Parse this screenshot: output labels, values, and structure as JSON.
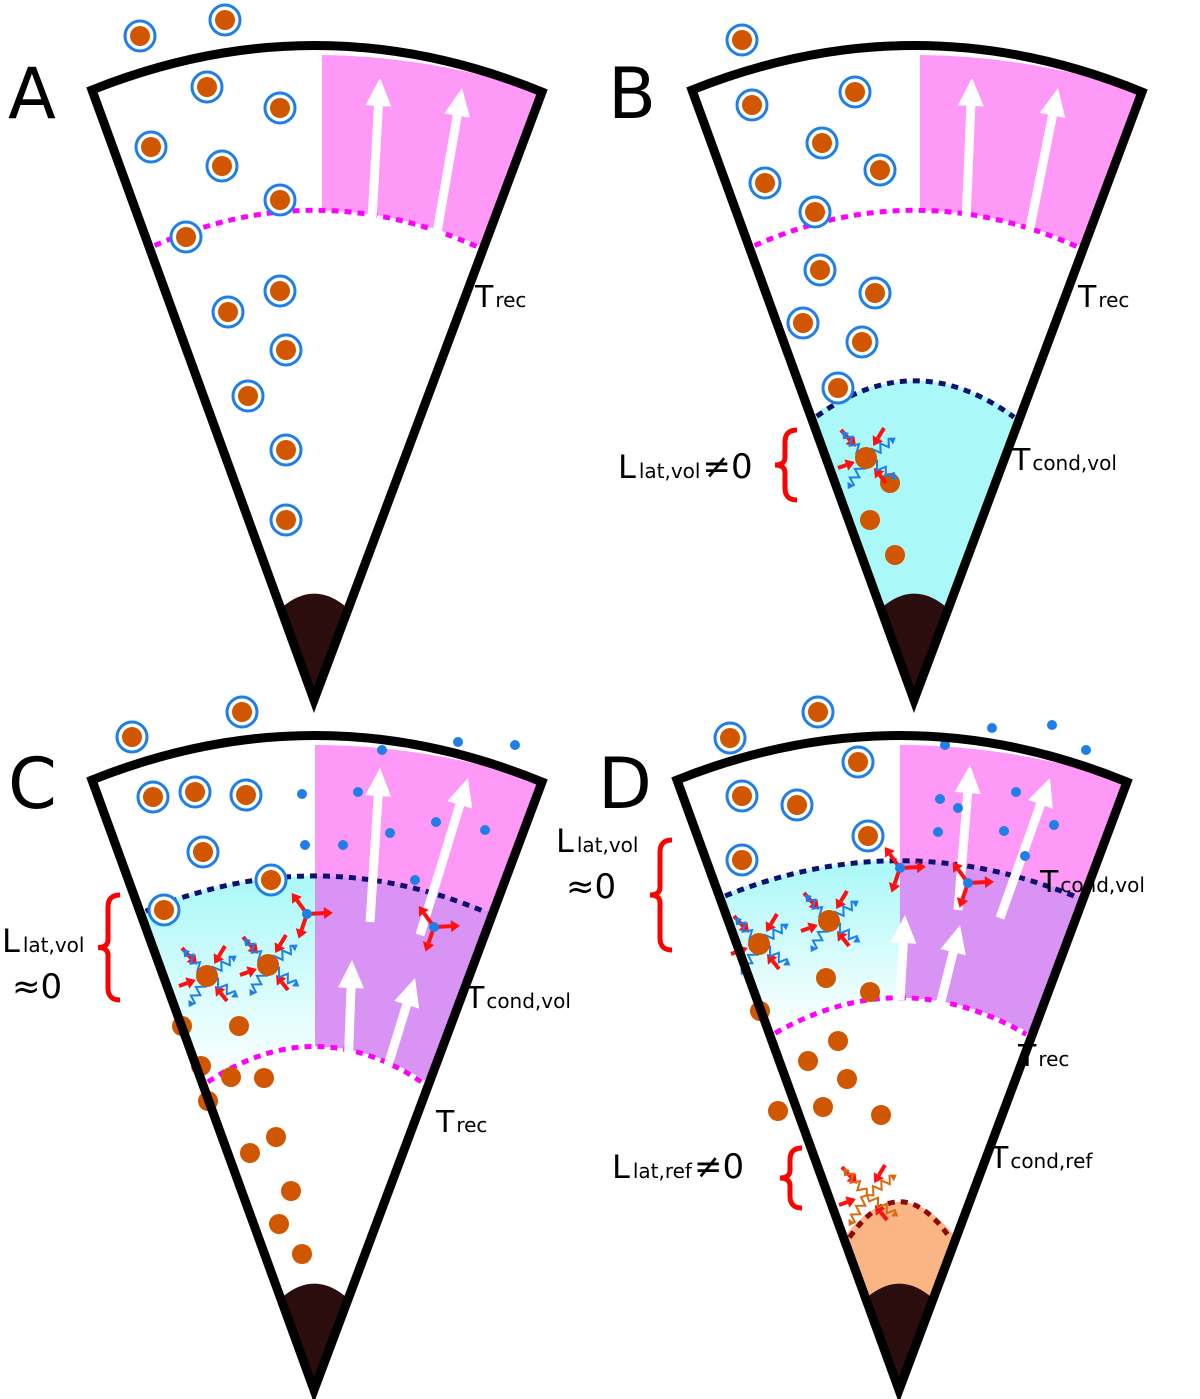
{
  "panels": [
    {
      "id": "A",
      "letter": "A",
      "labels": {
        "trec": {
          "main": "T",
          "sub": "rec"
        }
      }
    },
    {
      "id": "B",
      "letter": "B",
      "labels": {
        "trec": {
          "main": "T",
          "sub": "rec"
        },
        "tcond": {
          "main": "T",
          "sub": "cond,vol"
        },
        "llat": {
          "main": "L",
          "sub": "lat,vol",
          "rel": "≠0"
        }
      }
    },
    {
      "id": "C",
      "letter": "C",
      "labels": {
        "trec": {
          "main": "T",
          "sub": "rec"
        },
        "tcond": {
          "main": "T",
          "sub": "cond,vol"
        },
        "llat": {
          "main": "L",
          "sub": "lat,vol",
          "rel": "≈0"
        }
      }
    },
    {
      "id": "D",
      "letter": "D",
      "labels": {
        "trec": {
          "main": "T",
          "sub": "rec"
        },
        "tcond": {
          "main": "T",
          "sub": "cond,vol"
        },
        "tcondref": {
          "main": "T",
          "sub": "cond,ref"
        },
        "llat": {
          "main": "L",
          "sub": "lat,vol",
          "rel": "≈0"
        },
        "llatref": {
          "main": "L",
          "sub": "lat,ref",
          "rel": "≠0"
        }
      }
    }
  ],
  "colors": {
    "outline": "#000000",
    "upflow": "#ff99f8",
    "upflow_cond": "#d993f5",
    "condensation_vol": "#aaf8f8",
    "condensation_ref": "#fbb484",
    "core": "#2b0d0d",
    "grain": "#d05600",
    "mantle_ring": "#1e7fe8",
    "gas_dot": "#1e7fe8",
    "trec_line": "#ff00ff",
    "tcond_vol_line": "#10106e",
    "tcond_ref_line": "#8b0a0a",
    "brace": "#ff0000",
    "arrow_red": "#ff1010"
  }
}
